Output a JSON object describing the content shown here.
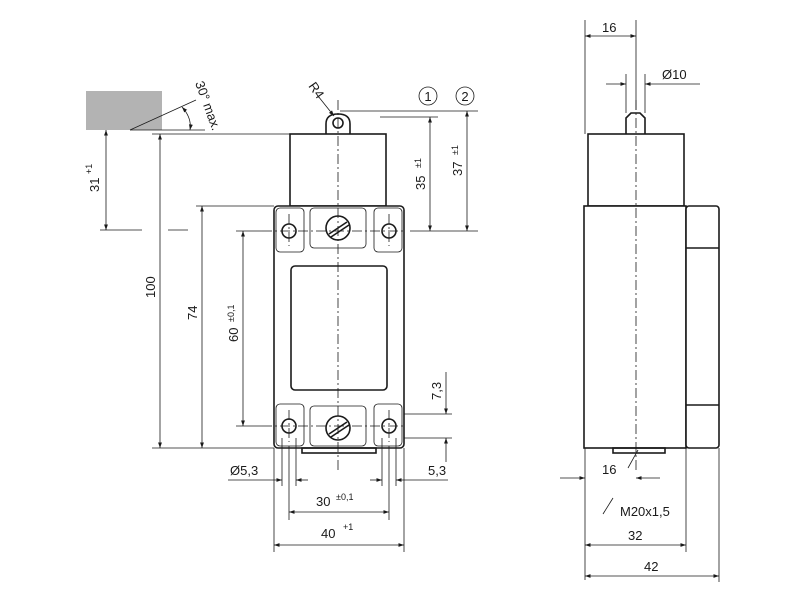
{
  "dims": {
    "r4": "R4",
    "angle": "30° max.",
    "circle1": "1",
    "circle2": "2",
    "d31": "31",
    "d31_tol": "+1",
    "d35": "35",
    "d35_tol": "±1",
    "d37": "37",
    "d37_tol": "±1",
    "d100": "100",
    "d74": "74",
    "d60": "60",
    "d60_tol": "±0,1",
    "d7_3": "7,3",
    "hole": "Ø5,3",
    "d5_3": "5,3",
    "d30": "30",
    "d30_tol": "±0,1",
    "d40": "40",
    "d40_tol": "+1",
    "side_16_top": "16",
    "side_d10": "Ø10",
    "side_16_bottom": "16",
    "thread": "M20x1,5",
    "side_32": "32",
    "side_42": "42"
  }
}
